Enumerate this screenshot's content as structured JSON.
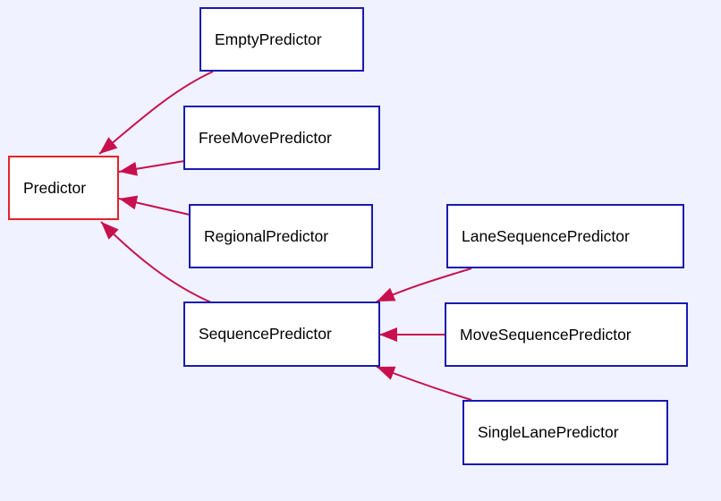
{
  "colors": {
    "background": "#F0F2FF",
    "node_fill": "#FFFFFF",
    "node_border": "#1A1AB0",
    "root_border": "#E0242B",
    "edge": "#C8104E"
  },
  "nodes": {
    "predictor": "Predictor",
    "empty": "EmptyPredictor",
    "free_move": "FreeMovePredictor",
    "regional": "RegionalPredictor",
    "sequence": "SequencePredictor",
    "lane_sequence": "LaneSequencePredictor",
    "move_sequence": "MoveSequencePredictor",
    "single_lane": "SingleLanePredictor"
  },
  "edges": [
    {
      "from": "empty",
      "to": "predictor"
    },
    {
      "from": "free_move",
      "to": "predictor"
    },
    {
      "from": "regional",
      "to": "predictor"
    },
    {
      "from": "sequence",
      "to": "predictor"
    },
    {
      "from": "lane_sequence",
      "to": "sequence"
    },
    {
      "from": "move_sequence",
      "to": "sequence"
    },
    {
      "from": "single_lane",
      "to": "sequence"
    }
  ]
}
